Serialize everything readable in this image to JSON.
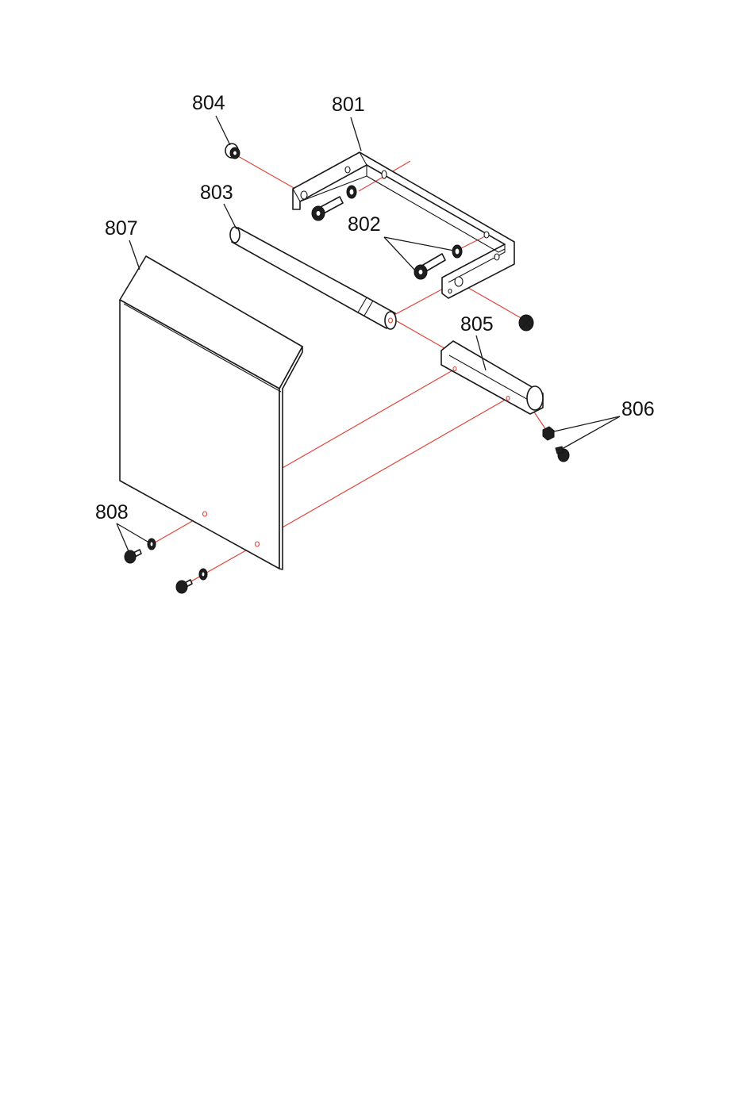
{
  "parts": [
    {
      "id": "801",
      "label": "801"
    },
    {
      "id": "802",
      "label": "802"
    },
    {
      "id": "803",
      "label": "803"
    },
    {
      "id": "804",
      "label": "804"
    },
    {
      "id": "805",
      "label": "805"
    },
    {
      "id": "806",
      "label": "806"
    },
    {
      "id": "807",
      "label": "807"
    },
    {
      "id": "808",
      "label": "808"
    }
  ],
  "colors": {
    "line": "#1a1a1a",
    "assembly_axis": "#e0453a",
    "background": "#ffffff"
  }
}
